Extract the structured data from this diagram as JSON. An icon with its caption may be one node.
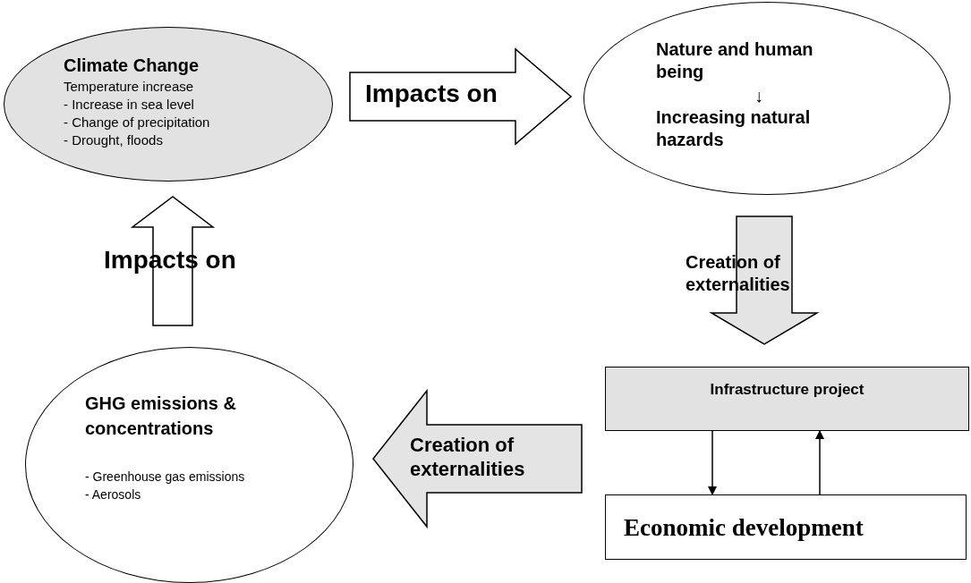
{
  "diagram": {
    "nodes": [
      {
        "text": [
          "Climate Change",
          "Temperature increase",
          "- Increase in sea level",
          "- Change of precipitation",
          "- Drought, floods"
        ]
      },
      {
        "text": [
          "Nature and human being",
          "↓",
          "Increasing natural hazards"
        ]
      },
      {
        "text": [
          "Infrastructure project"
        ]
      },
      {
        "text": [
          "Economic development"
        ]
      },
      {
        "text": [
          "GHG emissions & concentrations",
          "- Greenhouse gas emissions",
          "- Aerosols"
        ]
      }
    ],
    "edges": [
      {
        "from": 0,
        "to": 1,
        "arrow": "to",
        "label": "Impacts on",
        "style": "thick"
      },
      {
        "from": 1,
        "to": 2,
        "arrow": "to",
        "label": "Creation of externalities",
        "style": "thick",
        "color": "#e4e4e4"
      },
      {
        "from": 2,
        "to": 3,
        "arrow": "to"
      },
      {
        "from": 3,
        "to": 2,
        "arrow": "to"
      },
      {
        "from": 2,
        "to": 4,
        "arrow": "to",
        "label": "Creation of externalities",
        "style": "thick",
        "color": "#e4e4e4"
      },
      {
        "from": 4,
        "to": 0,
        "arrow": "to",
        "label": "Impacts on",
        "style": "thick"
      }
    ]
  }
}
